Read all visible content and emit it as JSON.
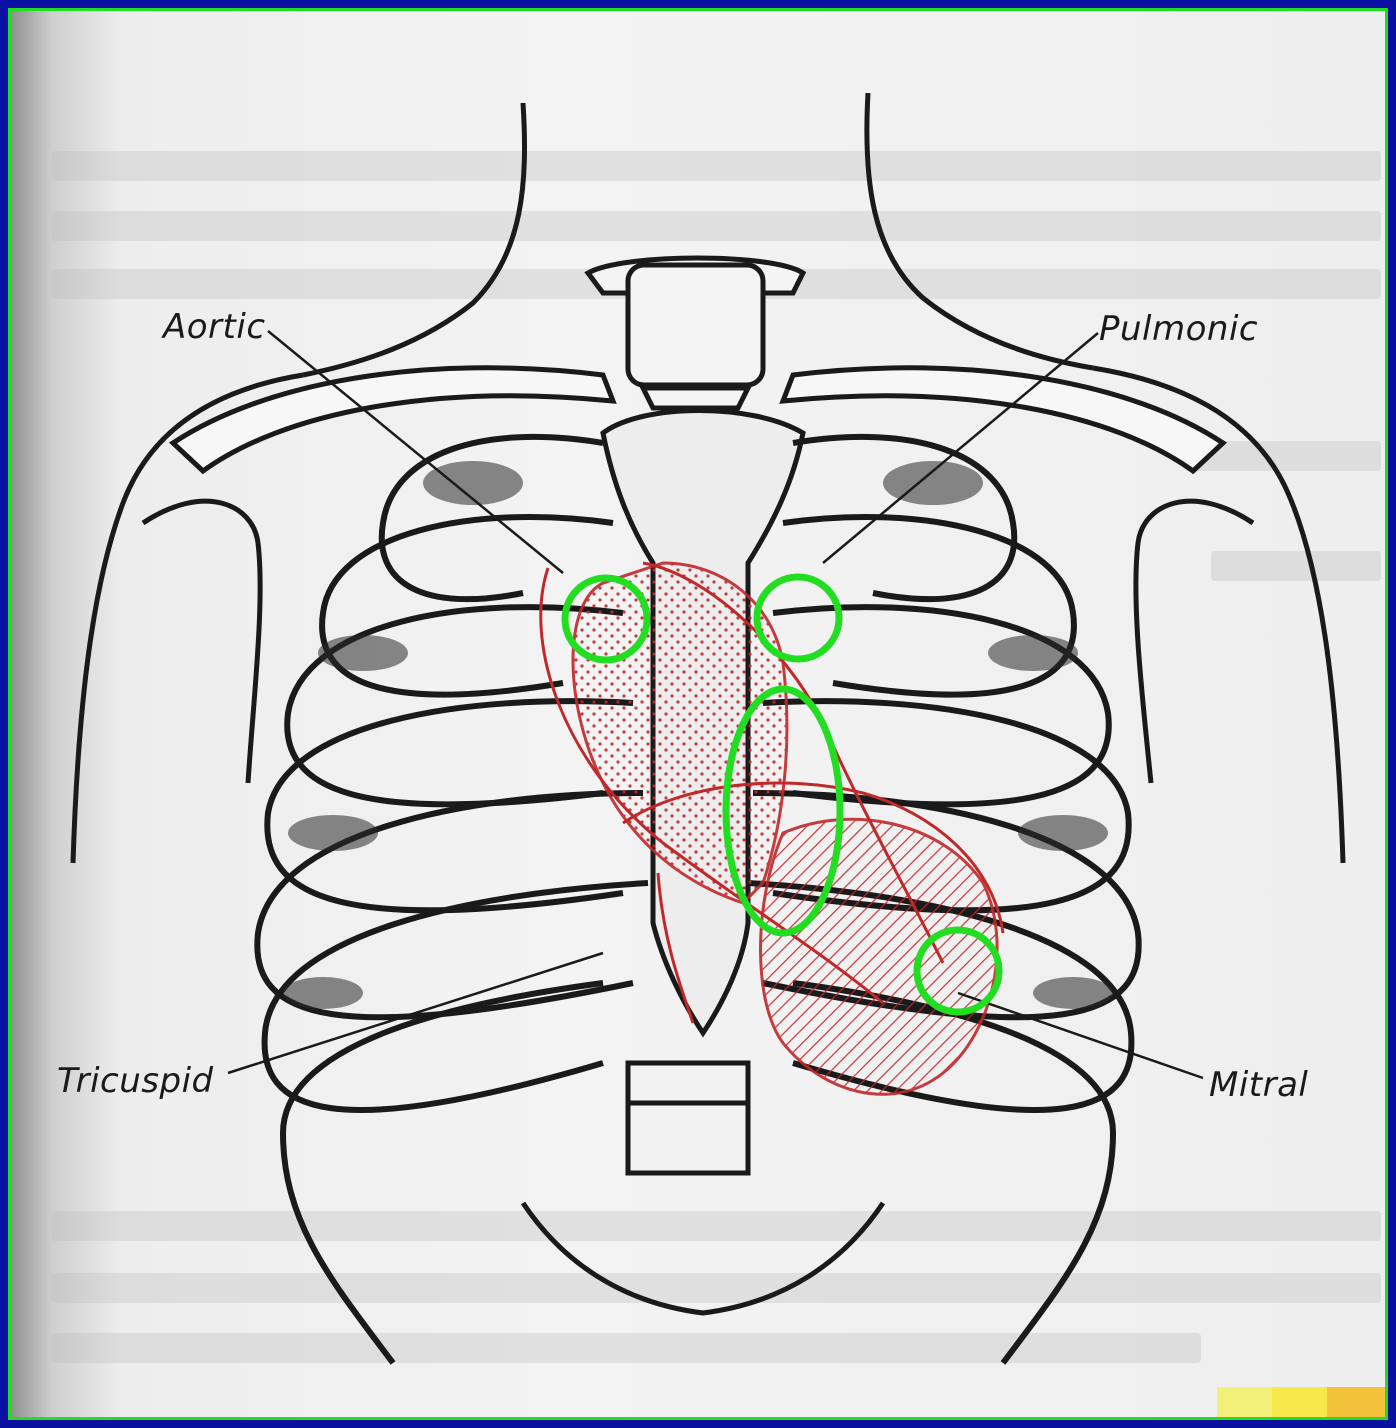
{
  "diagram": {
    "labels": {
      "aortic": "Aortic",
      "pulmonic": "Pulmonic",
      "tricuspid": "Tricuspid",
      "mitral": "Mitral"
    },
    "colors": {
      "frame": "#0a10a0",
      "highlight": "#22dd22",
      "heart_outline": "#c0282a",
      "ink": "#1a1a1a"
    }
  }
}
